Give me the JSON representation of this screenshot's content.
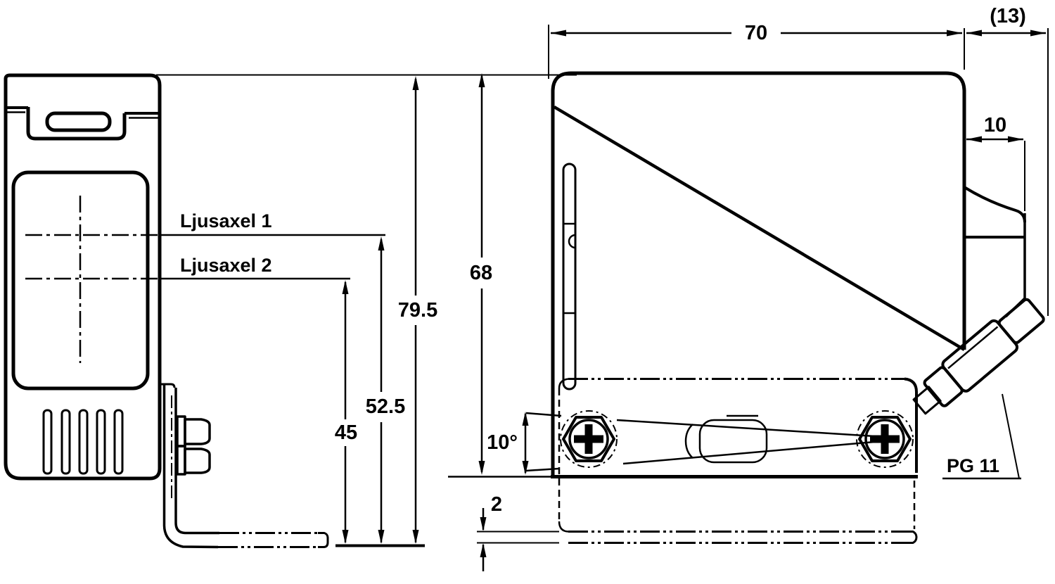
{
  "drawing": {
    "labels": {
      "light_axis_1": "Ljusaxel 1",
      "light_axis_2": "Ljusaxel 2",
      "cable_gland": "PG 11"
    },
    "dimensions": {
      "front_overall_height": "79.5",
      "front_axis1_height": "52.5",
      "front_axis2_height": "45",
      "side_width": "70",
      "side_rear_depth_ref": "(13)",
      "side_rear_top_width": "10",
      "side_body_height": "68",
      "side_tilt_angle": "10°",
      "side_flange_thickness": "2"
    },
    "colors": {
      "ink": "#000000",
      "paper": "#ffffff"
    }
  }
}
